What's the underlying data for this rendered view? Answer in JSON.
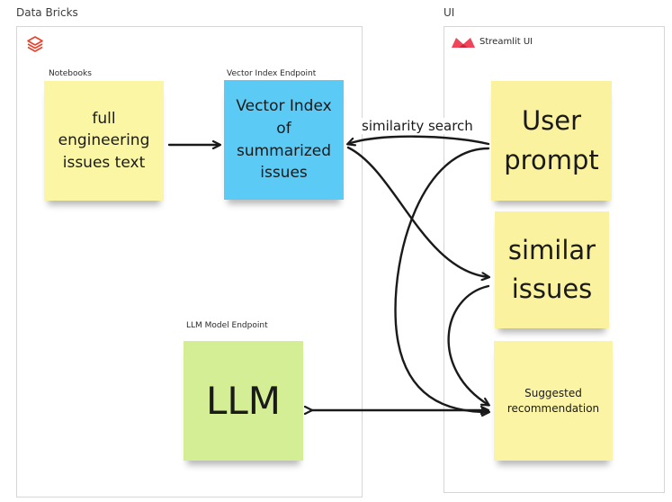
{
  "frames": {
    "databricks": {
      "label": "Data Bricks",
      "icon": "databricks-logo-icon"
    },
    "ui": {
      "label": "UI",
      "subtitle": "Streamlit UI",
      "icon": "streamlit-logo-icon"
    }
  },
  "labels": {
    "notebooks": "Notebooks",
    "vector_endpoint": "Vector Index Endpoint",
    "llm_endpoint": "LLM Model Endpoint"
  },
  "notes": {
    "full_text": {
      "text": "full engineering issues text",
      "color": "#fbf6a3"
    },
    "vector_index": {
      "text": "Vector Index of summarized issues",
      "color": "#5bcaf4"
    },
    "llm": {
      "text": "LLM",
      "color": "#d3ee95"
    },
    "user_prompt": {
      "text": "User prompt",
      "color": "#fbf29f"
    },
    "similar_issues": {
      "text": "similar issues",
      "color": "#fbf29f"
    },
    "suggested": {
      "text": "Suggested recommendation",
      "color": "#fbf4a5"
    }
  },
  "edges": {
    "similarity_search": "similarity search"
  },
  "colors": {
    "frame_border": "#d6d6d6",
    "arrow": "#1a1a1a",
    "streamlit_red": "#f0445a",
    "databricks_red": "#e8422b"
  }
}
